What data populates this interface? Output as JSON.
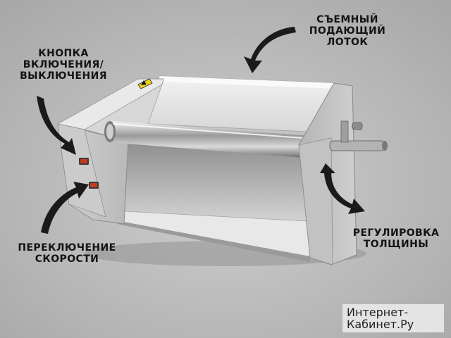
{
  "callouts": {
    "top": [
      "СЪЕМНЫЙ",
      "ПОДАЮЩИЙ",
      "ЛОТОК"
    ],
    "left_top": [
      "КНОПКА",
      "ВКЛЮЧЕНИЯ/",
      "ВЫКЛЮЧЕНИЯ"
    ],
    "left_bottom": [
      "ПЕРЕКЛЮЧЕНИЕ",
      "СКОРОСТИ"
    ],
    "right": [
      "РЕГУЛИРОВКА",
      "ТОЛЩИНЫ"
    ]
  },
  "watermark": [
    "Интернет-",
    "Кабинет.Ру"
  ],
  "colors": {
    "background": "#bdbdbd",
    "metal_light": "#e7e7e7",
    "metal_dark": "#8a8a8a",
    "switch": "#c63a1c",
    "arrow": "#1a1a1a"
  },
  "icons": [
    "warning-label-icon"
  ]
}
